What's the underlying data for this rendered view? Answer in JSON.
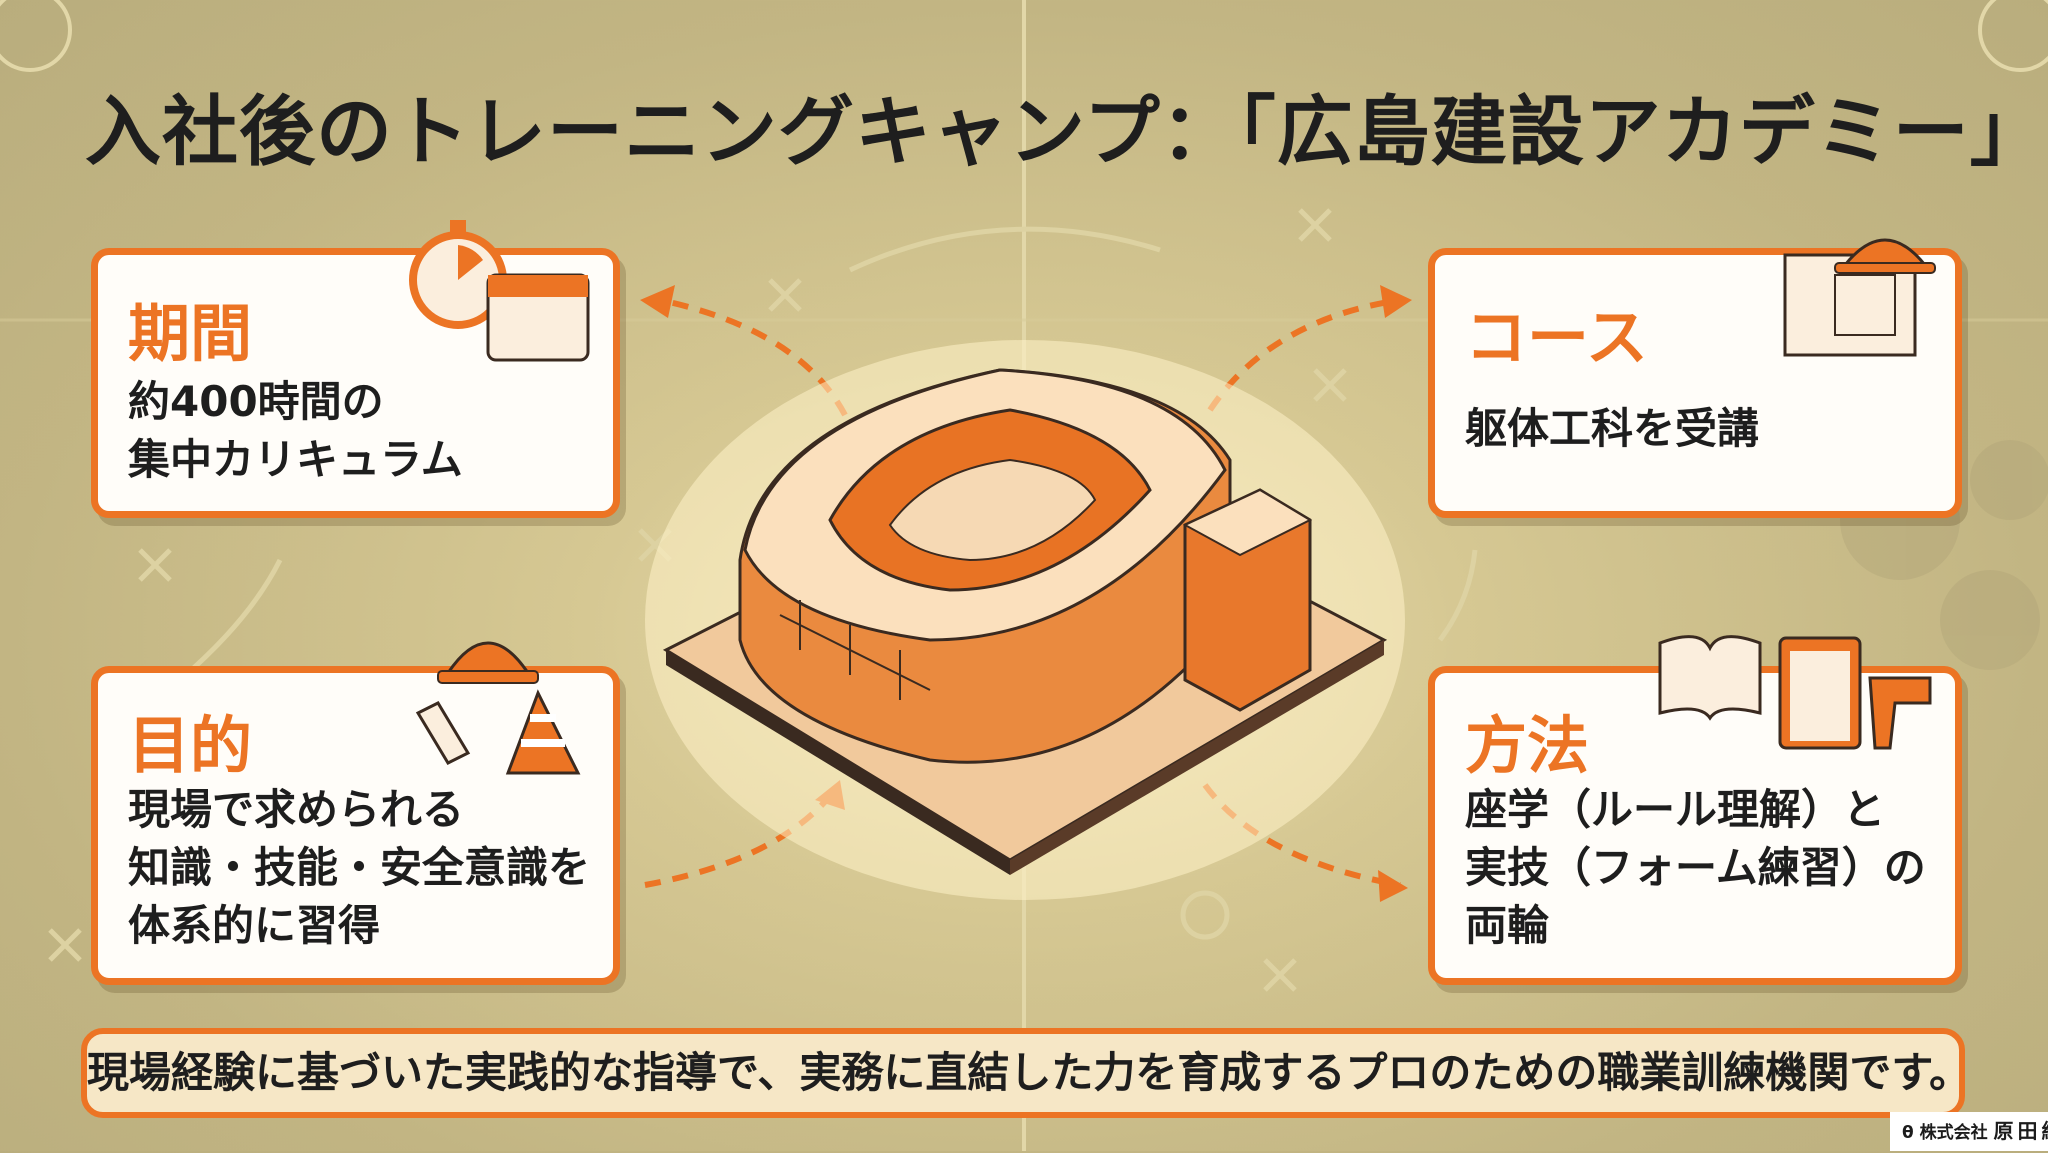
{
  "title": "入社後のトレーニングキャンプ：「広島建設アカデミー」",
  "panels": {
    "period": {
      "heading": "期間",
      "lines": [
        "約400時間の",
        "集中カリキュラム"
      ]
    },
    "course": {
      "heading": "コース",
      "lines": [
        "躯体工科を受講"
      ]
    },
    "purpose": {
      "heading": "目的",
      "lines": [
        "現場で求められる",
        "知識・技能・安全意識を",
        "体系的に習得"
      ]
    },
    "method": {
      "heading": "方法",
      "lines": [
        "座学（ルール理解）と",
        "実技（フォーム練習）の",
        "両輪"
      ]
    }
  },
  "footer": "現場経験に基づいた実践的な指導で、実務に直結した力を育成するプロのための職業訓練機関です。",
  "logo": {
    "prefix": "株式会社",
    "name": "原田組"
  },
  "colors": {
    "accent": "#ec7424",
    "background": "#c9bc89"
  }
}
